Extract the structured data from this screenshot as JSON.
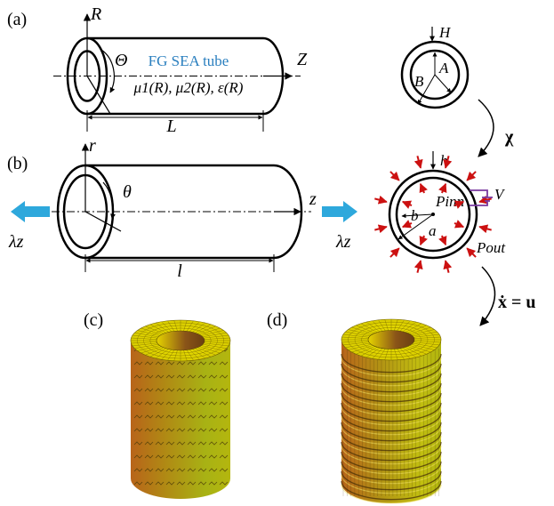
{
  "panels": {
    "a": "(a)",
    "b": "(b)",
    "c": "(c)",
    "d": "(d)"
  },
  "panel_a": {
    "axis_R": "R",
    "axis_Z": "Z",
    "angle": "Θ",
    "title": "FG SEA tube",
    "materials": "μ1(R), μ2(R), ε(R)",
    "length": "L"
  },
  "ref_section": {
    "thickness": "H",
    "inner_radius": "A",
    "outer_radius": "B"
  },
  "map_chi": "χ",
  "panel_b": {
    "axis_r": "r",
    "axis_z": "z",
    "angle": "θ",
    "length": "l",
    "stretch_left": "λz",
    "stretch_right": "λz"
  },
  "cur_section": {
    "thickness": "h",
    "inner_radius": "b",
    "outer_radius": "a",
    "p_inner": "Pinn",
    "p_outer": "Pout",
    "voltage": "V"
  },
  "perturbation": "ẋ = u",
  "colors": {
    "tube_light": "#e8d800",
    "tube_dark": "#b05a10",
    "arrow_blue": "#2ea8dc",
    "arrow_red": "#cc1111",
    "circuit": "#7a3aa0",
    "title_blue": "#2a7fbf"
  }
}
